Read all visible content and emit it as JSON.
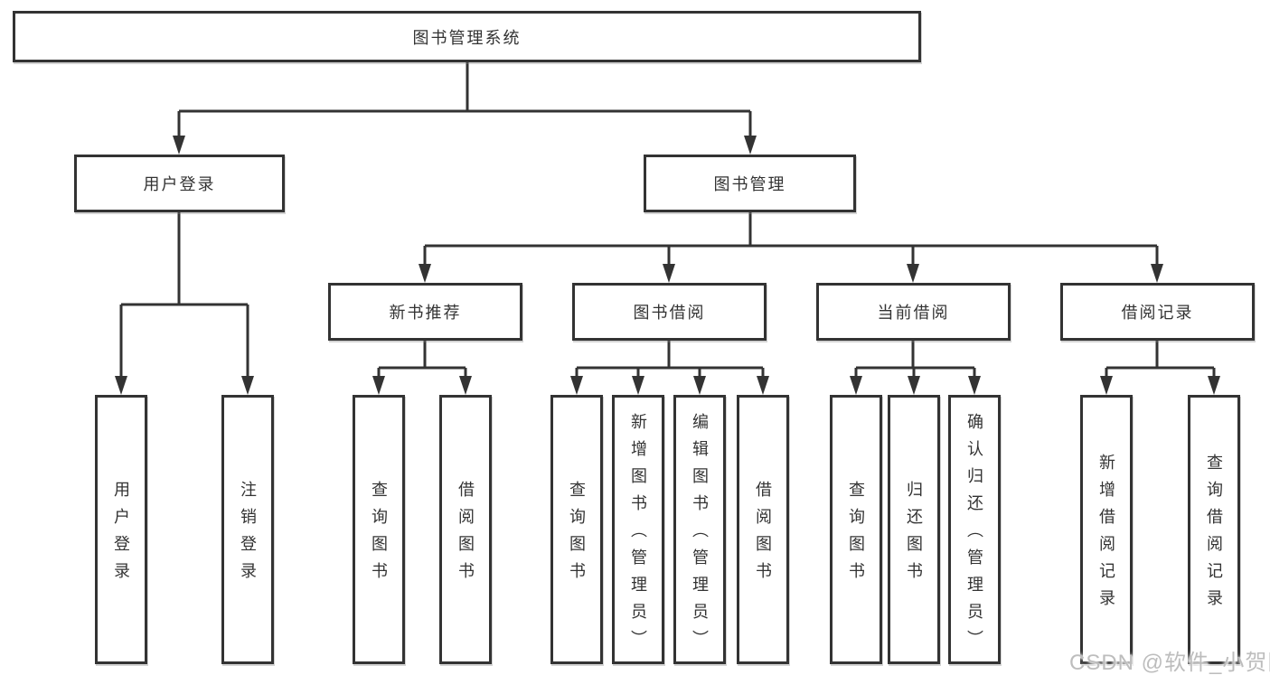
{
  "diagram": {
    "title": {
      "label": "图书管理系统"
    },
    "branches": {
      "user_login": {
        "label": "用户登录",
        "children": [
          {
            "label": "用户登录"
          },
          {
            "label": "注销登录"
          }
        ]
      },
      "book_management": {
        "label": "图书管理",
        "sections": [
          {
            "label": "新书推荐",
            "children": [
              {
                "label": "查询图书"
              },
              {
                "label": "借阅图书"
              }
            ]
          },
          {
            "label": "图书借阅",
            "children": [
              {
                "label": "查询图书"
              },
              {
                "label": "新增图书（管理员）"
              },
              {
                "label": "编辑图书（管理员）"
              },
              {
                "label": "借阅图书"
              }
            ]
          },
          {
            "label": "当前借阅",
            "children": [
              {
                "label": "查询图书"
              },
              {
                "label": "归还图书"
              },
              {
                "label": "确认归还（管理员）"
              }
            ]
          },
          {
            "label": "借阅记录",
            "children": [
              {
                "label": "新增借阅记录"
              },
              {
                "label": "查询借阅记录"
              }
            ]
          }
        ]
      }
    },
    "colors": {
      "line": "#333333",
      "text": "#333333",
      "background": "#ffffff",
      "watermark": "#bdbdbd"
    },
    "watermark": {
      "label": "CSDN @软件_小贺同学"
    }
  }
}
